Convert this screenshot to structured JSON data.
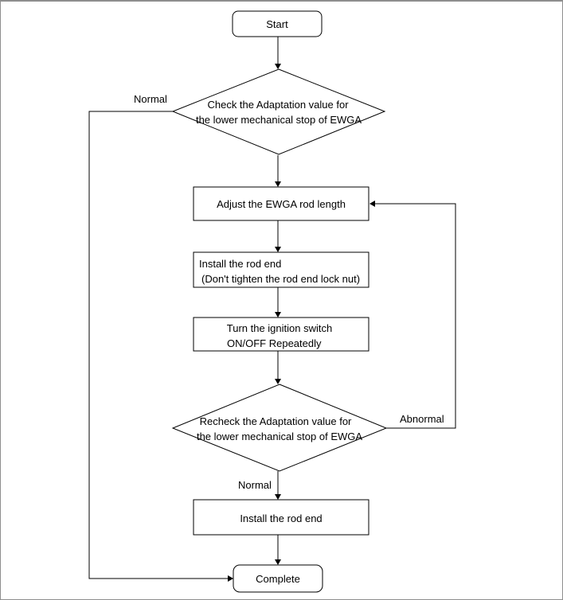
{
  "flowchart": {
    "start": "Start",
    "check": {
      "line1": "Check the Adaptation value for",
      "line2": "the lower mechanical stop of EWGA"
    },
    "adjust": "Adjust the EWGA rod length",
    "install_rod_end_note": {
      "line1": "Install the rod end",
      "line2": "(Don't tighten the rod end lock nut)"
    },
    "turn_ignition": {
      "line1": "Turn the ignition switch",
      "line2": "ON/OFF  Repeatedly"
    },
    "recheck": {
      "line1": "Recheck the Adaptation value for",
      "line2": "the lower mechanical stop of EWGA"
    },
    "install_rod_end": "Install the rod end",
    "complete": "Complete",
    "labels": {
      "normal_top": "Normal",
      "abnormal": "Abnormal",
      "normal_bottom": "Normal"
    }
  }
}
